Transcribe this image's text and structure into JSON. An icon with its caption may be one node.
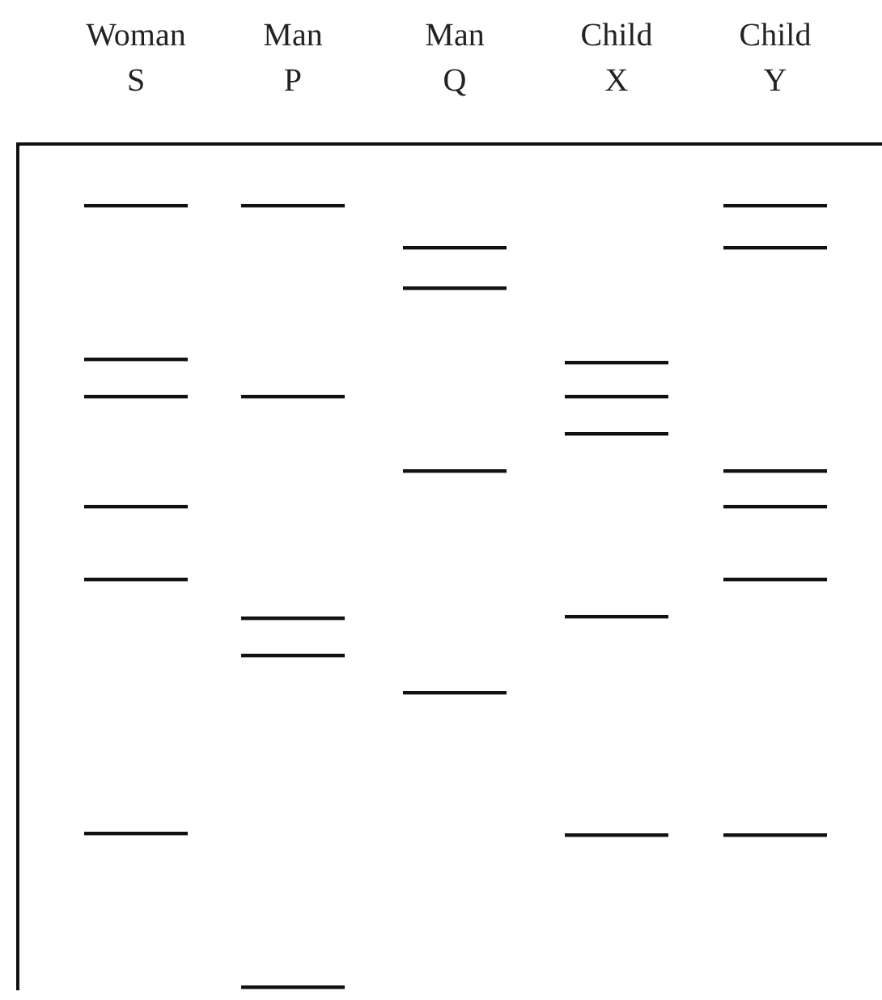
{
  "diagram": {
    "labels": [
      "Woman S",
      "Man P",
      "Man Q",
      "Child X",
      "Child Y"
    ]
  }
}
